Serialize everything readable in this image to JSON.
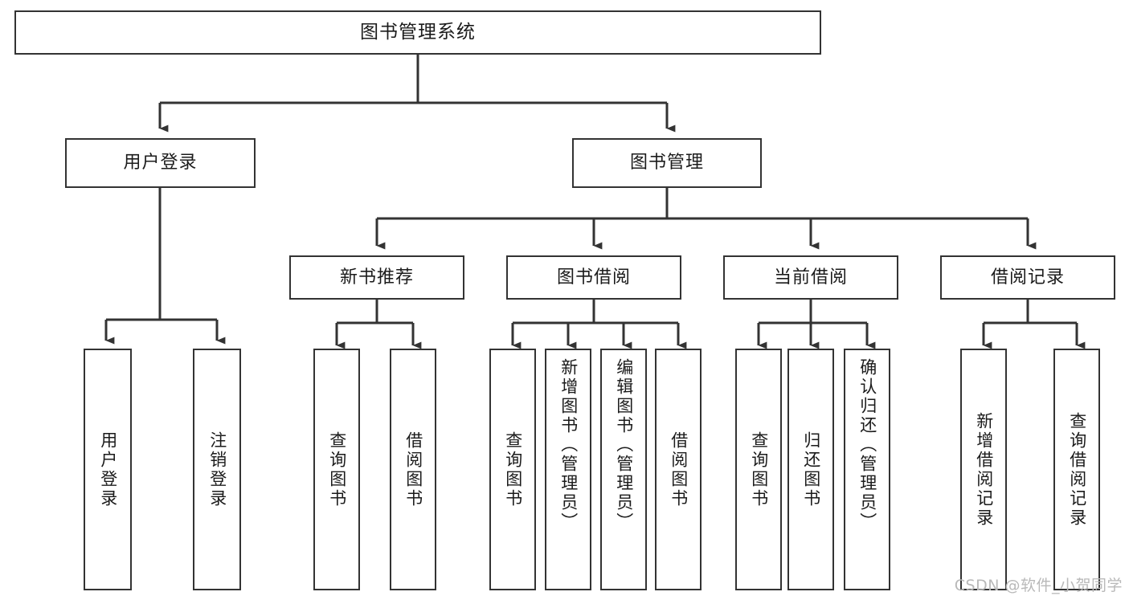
{
  "diagram": {
    "title": "图书管理系统",
    "type": "tree",
    "watermark": "CSDN @软件_小贺同学",
    "colors": {
      "node_border": "#333333",
      "node_fill": "#ffffff",
      "connector": "#333333",
      "text": "#1b1b1b",
      "watermark": "#b9b9b9",
      "background": "#ffffff"
    },
    "root": {
      "label": "图书管理系统"
    },
    "level2": [
      {
        "id": "user-login",
        "label": "用户登录"
      },
      {
        "id": "book-manage",
        "label": "图书管理"
      }
    ],
    "level3": [
      {
        "id": "new-book-recommend",
        "label": "新书推荐",
        "parent": "book-manage"
      },
      {
        "id": "book-borrow",
        "label": "图书借阅",
        "parent": "book-manage"
      },
      {
        "id": "current-borrow",
        "label": "当前借阅",
        "parent": "book-manage"
      },
      {
        "id": "borrow-record",
        "label": "借阅记录",
        "parent": "book-manage"
      }
    ],
    "leaves": [
      {
        "id": "leaf-user-login",
        "label": "用户登录",
        "parent": "user-login"
      },
      {
        "id": "leaf-logout",
        "label": "注销登录",
        "parent": "user-login"
      },
      {
        "id": "leaf-query-book-1",
        "label": "查询图书",
        "parent": "new-book-recommend"
      },
      {
        "id": "leaf-borrow-book-1",
        "label": "借阅图书",
        "parent": "new-book-recommend"
      },
      {
        "id": "leaf-query-book-2",
        "label": "查询图书",
        "parent": "book-borrow"
      },
      {
        "id": "leaf-add-book",
        "label": "新增图书（管理员）",
        "parent": "book-borrow"
      },
      {
        "id": "leaf-edit-book",
        "label": "编辑图书（管理员）",
        "parent": "book-borrow"
      },
      {
        "id": "leaf-borrow-book-2",
        "label": "借阅图书",
        "parent": "book-borrow"
      },
      {
        "id": "leaf-query-book-3",
        "label": "查询图书",
        "parent": "current-borrow"
      },
      {
        "id": "leaf-return-book",
        "label": "归还图书",
        "parent": "current-borrow"
      },
      {
        "id": "leaf-confirm-return",
        "label": "确认归还（管理员）",
        "parent": "current-borrow"
      },
      {
        "id": "leaf-add-record",
        "label": "新增借阅记录",
        "parent": "borrow-record"
      },
      {
        "id": "leaf-query-record",
        "label": "查询借阅记录",
        "parent": "borrow-record"
      }
    ]
  }
}
